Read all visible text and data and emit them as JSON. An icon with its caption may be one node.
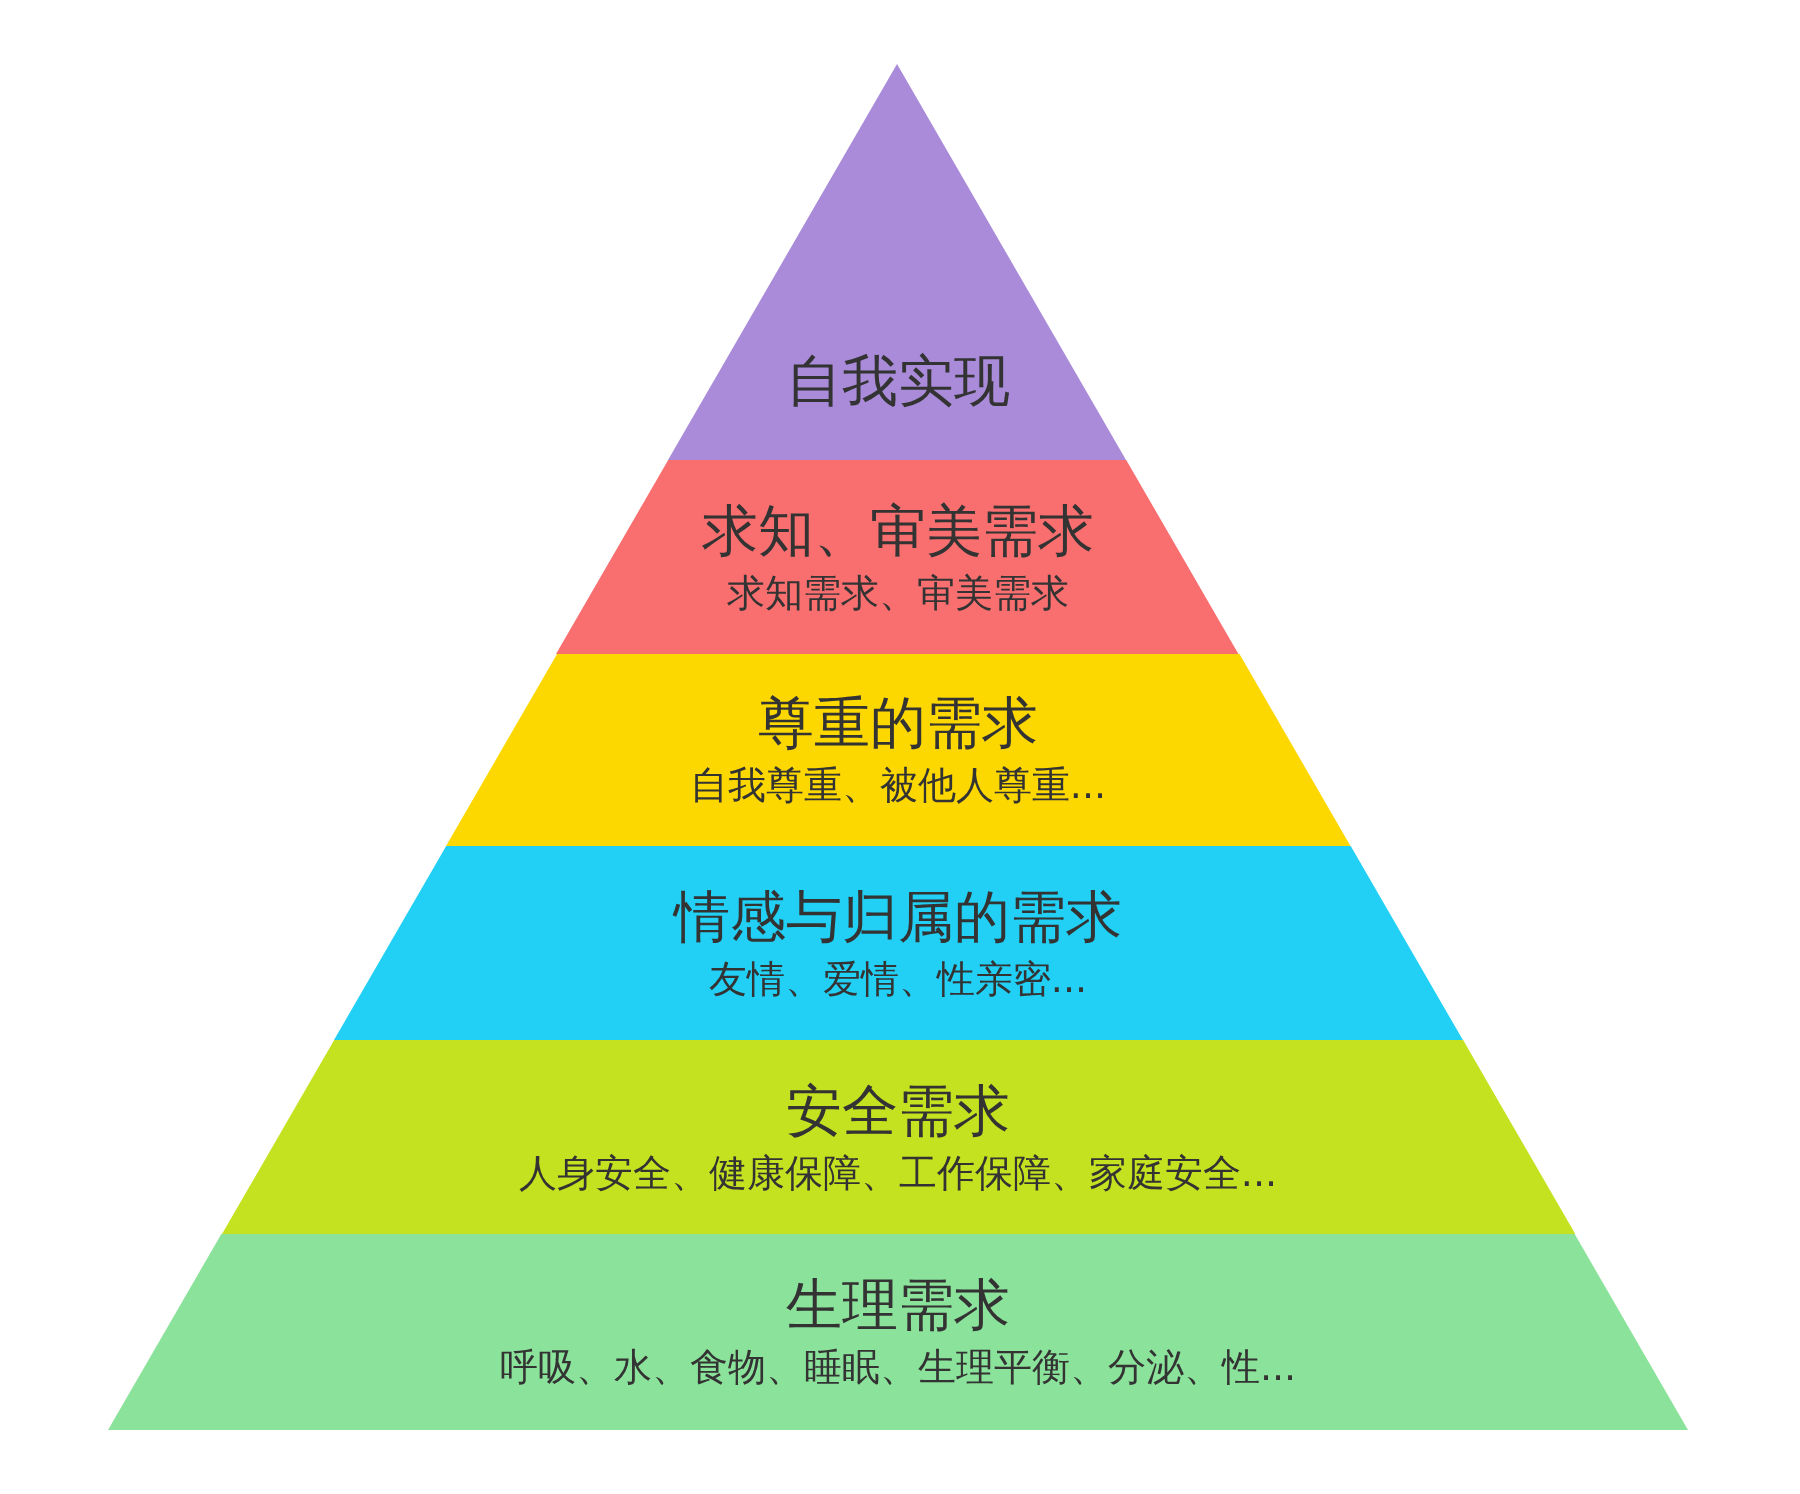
{
  "diagram": {
    "nodes": [
      {
        "text": [
          "自我实现"
        ]
      },
      {
        "text": [
          "求知、审美需求",
          "求知需求、审美需求"
        ]
      },
      {
        "text": [
          "尊重的需求",
          "自我尊重、被他人尊重..."
        ]
      },
      {
        "text": [
          "情感与归属的需求",
          "友情、爱情、性亲密..."
        ]
      },
      {
        "text": [
          "安全需求",
          "人身安全、健康保障、工作保障、家庭安全..."
        ]
      },
      {
        "text": [
          "生理需求",
          "呼吸、水、食物、睡眠、生理平衡、分泌、性..."
        ]
      }
    ]
  }
}
